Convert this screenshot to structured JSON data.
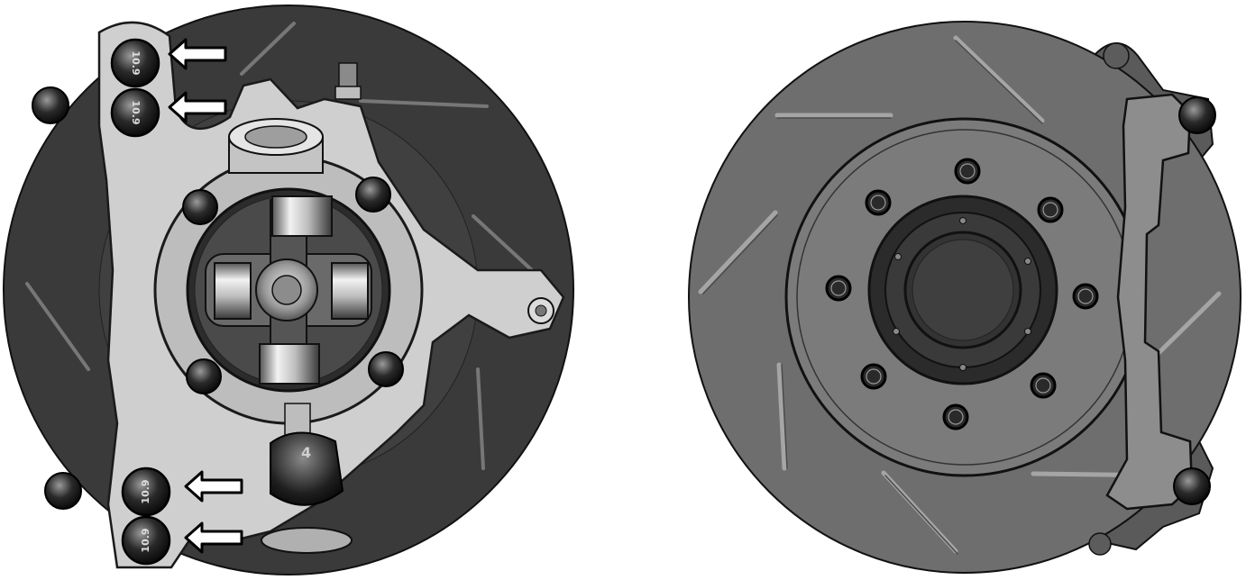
{
  "figure": {
    "left_view": {
      "bolt_markings": [
        "10.9",
        "10.9",
        "10.9",
        "10.9"
      ],
      "indicator_arrows": 4,
      "boot_marking": "4"
    },
    "right_view": {
      "lug_studs": 8
    },
    "colors": {
      "rotor_dark": "#3a3a3a",
      "rotor_light": "#6e6e6e",
      "metal": "#c9c9c9",
      "arrow_fill": "#ffffff",
      "outline": "#111111"
    }
  }
}
